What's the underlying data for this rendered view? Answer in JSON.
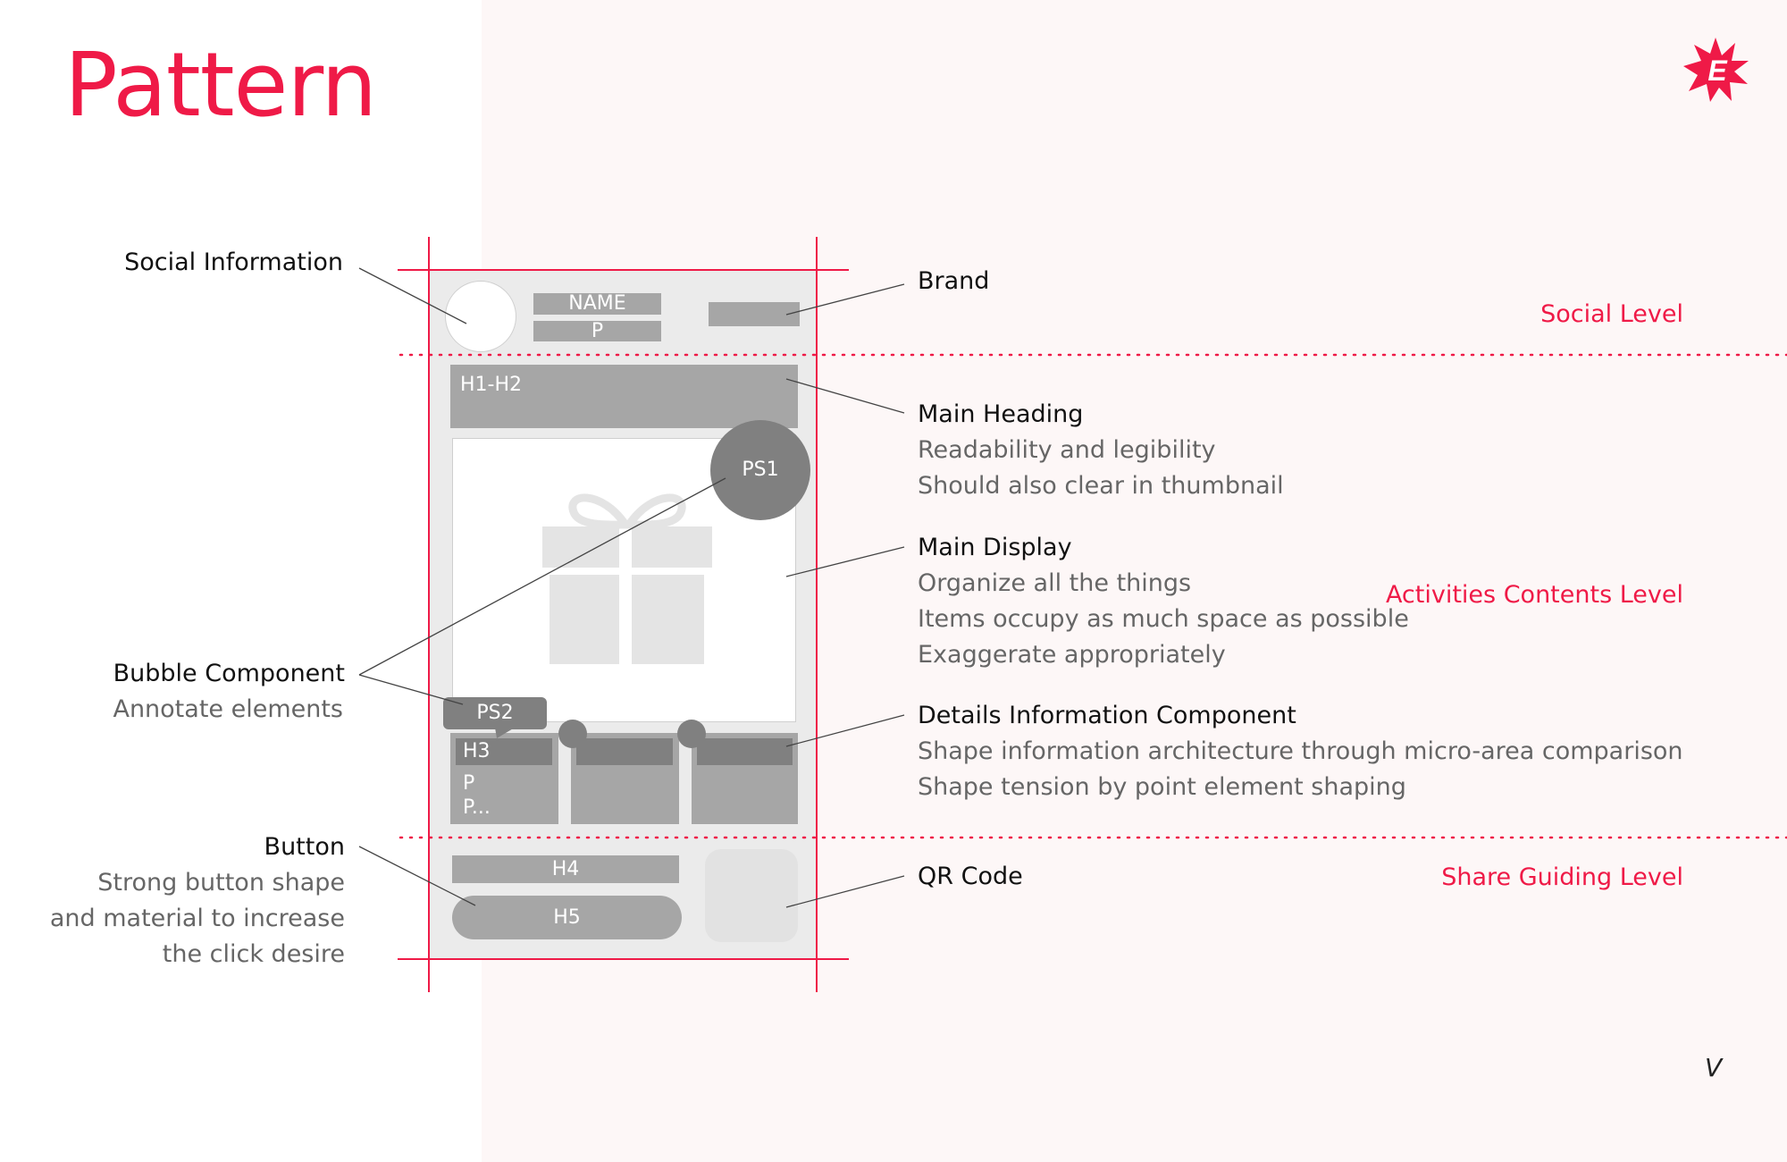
{
  "title": "Pattern",
  "page_number": "V",
  "logo": {
    "icon": "starburst-e-logo",
    "letter": "E",
    "color": "#ef1a47"
  },
  "colors": {
    "accent": "#ef1a47",
    "mock_bg": "#ebebeb",
    "block": "#a6a6a6",
    "dark_block": "#808080",
    "right_panel": "#fdf7f7"
  },
  "mockup": {
    "name": "NAME",
    "p": "P",
    "heading": "H1-H2",
    "bubble_1": "PS1",
    "bubble_2": "PS2",
    "detail_h3": "H3",
    "detail_p1": "P",
    "detail_p2": "P...",
    "h4": "H4",
    "h5": "H5",
    "display_icon": "gift-icon"
  },
  "annotations": {
    "social_information": {
      "title": "Social Information"
    },
    "bubble_component": {
      "title": "Bubble Component",
      "lines": [
        "Annotate elements"
      ]
    },
    "button": {
      "title": "Button",
      "lines": [
        "Strong button shape",
        "and material to increase",
        "the click desire"
      ]
    },
    "brand": {
      "title": "Brand"
    },
    "main_heading": {
      "title": "Main Heading",
      "lines": [
        "Readability and legibility",
        "Should also clear in thumbnail"
      ]
    },
    "main_display": {
      "title": "Main Display",
      "lines": [
        "Organize all the things",
        "Items occupy as much space as possible",
        "Exaggerate appropriately"
      ]
    },
    "details_information": {
      "title": "Details Information Component",
      "lines": [
        "Shape information architecture through micro-area comparison",
        "Shape tension by point element shaping"
      ]
    },
    "qr_code": {
      "title": "QR Code"
    }
  },
  "levels": {
    "social": "Social Level",
    "activities": "Activities Contents Level",
    "share": "Share Guiding Level"
  }
}
